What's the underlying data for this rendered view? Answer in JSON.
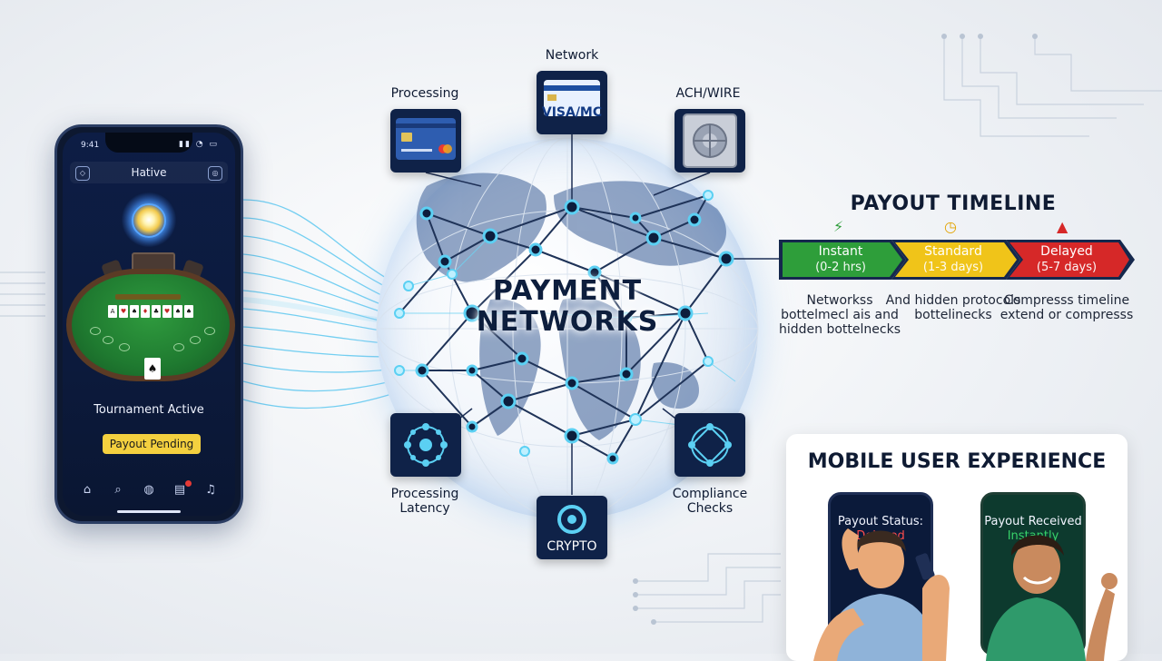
{
  "phone": {
    "status_time": "9:41",
    "status_icons": "▮▮ ◔ ▭",
    "app_title": "Hative",
    "tournament_text": "Tournament Active",
    "payout_button": "Payout Pending",
    "tabs": [
      "home-icon",
      "search-icon",
      "globe-icon",
      "wallet-icon",
      "bell-icon"
    ],
    "big_card": "♠",
    "table_cards": [
      "A",
      "♥",
      "♠",
      "♦",
      "♣",
      "♥",
      "♠",
      "♠"
    ]
  },
  "globe": {
    "title_line1": "PAYMENT",
    "title_line2": "NETWORKS"
  },
  "tiles": {
    "network_label": "Network",
    "network_tile_text": "VISA/MC",
    "processing_label": "Processing",
    "ach_label": "ACH/WIRE",
    "latency_label": "Processing Latency",
    "compliance_label": "Compliance Checks",
    "crypto_tile_text": "CRYPTO"
  },
  "timeline": {
    "title": "PAYOUT TIMELINE",
    "stages": [
      {
        "label": "Instant",
        "sub": "(0-2 hrs)",
        "color": "#2e9e3a",
        "icon": "⚡",
        "icon_color": "#2e9e3a",
        "desc": "Networkss bottelmecl ais and hidden bottelnecks"
      },
      {
        "label": "Standard",
        "sub": "(1-3 days)",
        "color": "#f0c419",
        "icon": "◷",
        "icon_color": "#e2a300",
        "desc": "And hidden protocols bottelinecks"
      },
      {
        "label": "Delayed",
        "sub": "(5-7 days)",
        "color": "#d62828",
        "icon": "▲",
        "icon_color": "#d62828",
        "desc": "Compresss timeline extend or compresss"
      }
    ]
  },
  "ux": {
    "title": "MOBILE USER EXPERIENCE",
    "left_line1": "Payout Status:",
    "left_line2": "Delayed",
    "left_line2_color": "#ff4d4d",
    "right_line1": "Payout Received",
    "right_line2": "Instantly",
    "right_line2_color": "#38d36a"
  }
}
